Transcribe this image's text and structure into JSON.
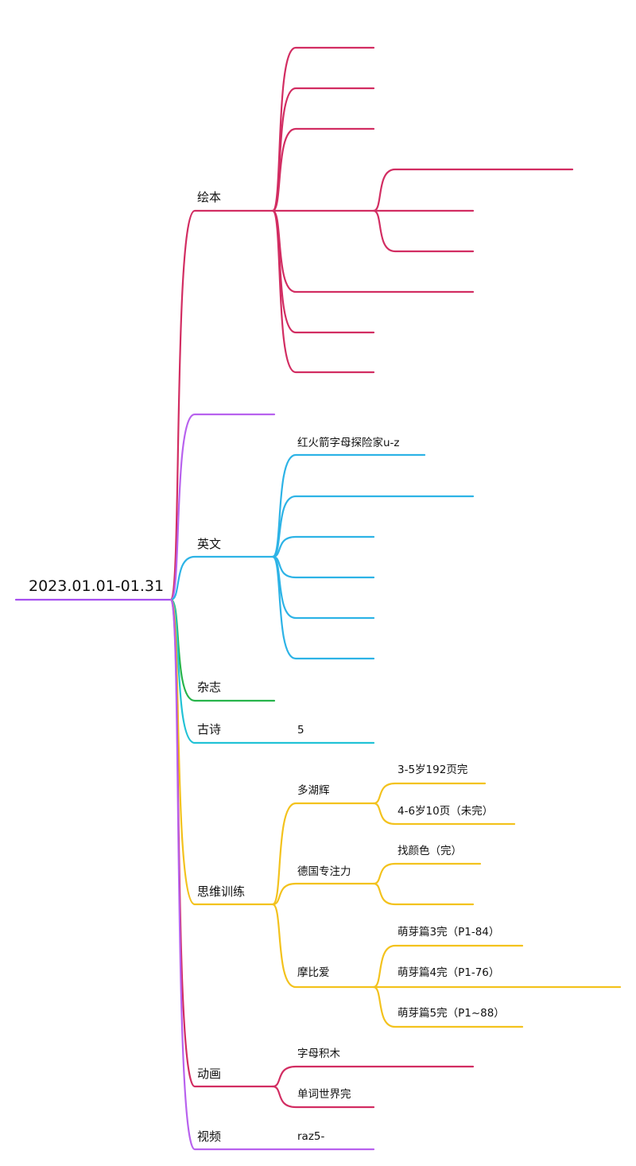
{
  "root": {
    "label": "2023.01.01-01.31",
    "color": "#a64ff0"
  },
  "colors": {
    "picture_books": "#d22d62",
    "english": "#2db3e6",
    "magazine": "#27b44b",
    "poetry": "#22c2d6",
    "thinking": "#f3c21d",
    "animation": "#d22d62",
    "video": "#b862ee",
    "purple": "#b862ee"
  },
  "branches": {
    "picture_books": {
      "label": "绘本"
    },
    "empty_branch": {
      "label": ""
    },
    "english": {
      "label": "英文",
      "children": [
        "红火箭字母探险家u-z",
        "",
        "",
        "",
        "",
        ""
      ]
    },
    "magazine": {
      "label": "杂志"
    },
    "poetry": {
      "label": "古诗",
      "children": [
        "5"
      ]
    },
    "thinking": {
      "label": "思维训练",
      "children": [
        {
          "label": "多湖辉",
          "children": [
            "3-5岁192页完",
            "4-6岁10页（未完）"
          ]
        },
        {
          "label": "德国专注力",
          "children": [
            "找颜色（完）",
            ""
          ]
        },
        {
          "label": "摩比爱",
          "children": [
            "萌芽篇3完（P1-84）",
            "萌芽篇4完（P1-76）",
            "萌芽篇5完（P1~88）"
          ]
        }
      ]
    },
    "animation": {
      "label": "动画",
      "children": [
        "字母积木",
        "单词世界完"
      ]
    },
    "video": {
      "label": "视频",
      "children": [
        "raz5-"
      ]
    }
  }
}
